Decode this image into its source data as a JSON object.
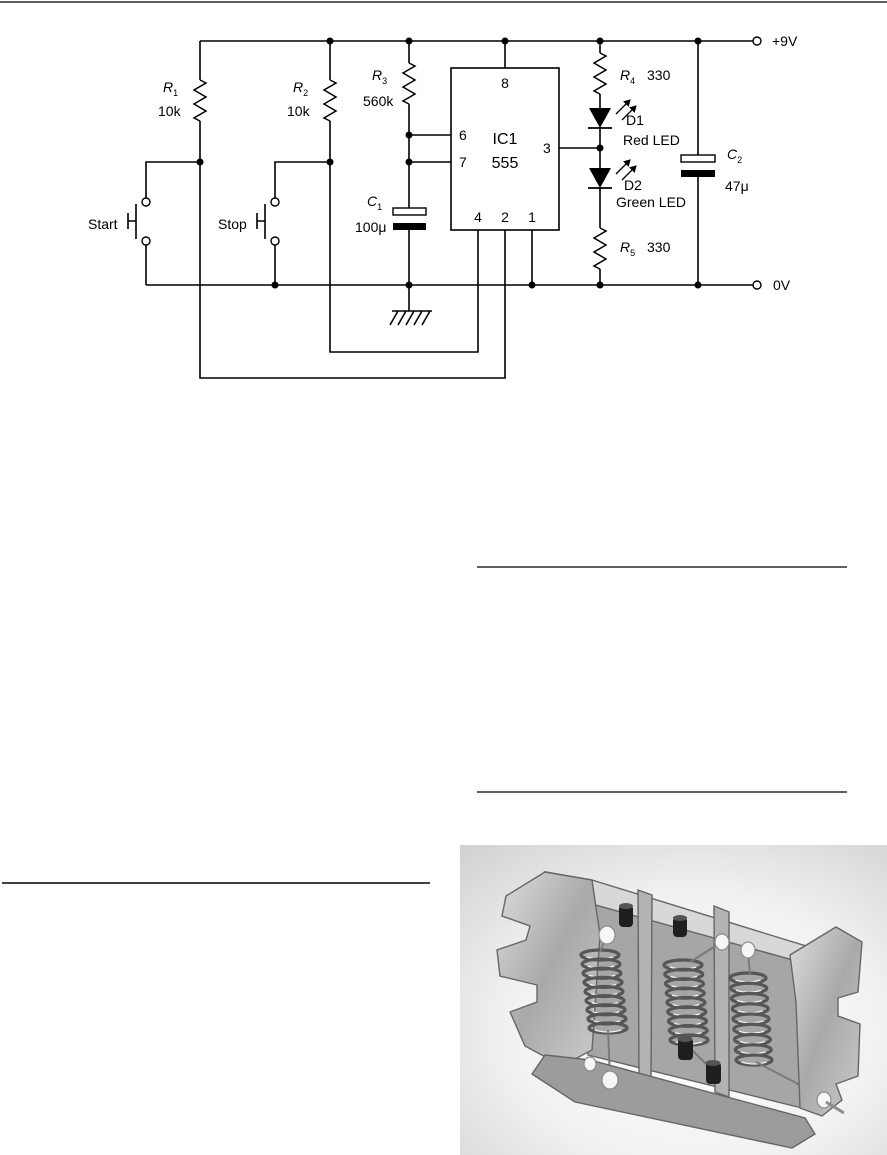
{
  "schematic": {
    "rails": {
      "positive": "+9V",
      "zero": "0V"
    },
    "resistors": {
      "r1": {
        "symbol": "R",
        "sub": "1",
        "value": "10k"
      },
      "r2": {
        "symbol": "R",
        "sub": "2",
        "value": "10k"
      },
      "r3": {
        "symbol": "R",
        "sub": "3",
        "value": "560k"
      },
      "r4": {
        "symbol": "R",
        "sub": "4",
        "value": "330"
      },
      "r5": {
        "symbol": "R",
        "sub": "5",
        "value": "330"
      }
    },
    "capacitors": {
      "c1": {
        "symbol": "C",
        "sub": "1",
        "value": "100μ"
      },
      "c2": {
        "symbol": "C",
        "sub": "2",
        "value": "47μ"
      }
    },
    "leds": {
      "d1": {
        "name": "D1",
        "description": "Red LED"
      },
      "d2": {
        "name": "D2",
        "description": "Green LED"
      }
    },
    "switches": {
      "start": "Start",
      "stop": "Stop"
    },
    "ic": {
      "name": "IC1",
      "part": "555",
      "pins": {
        "pin8": "8",
        "pin6": "6",
        "pin7": "7",
        "pin3": "3",
        "pin4": "4",
        "pin2": "2",
        "pin1": "1"
      }
    }
  }
}
